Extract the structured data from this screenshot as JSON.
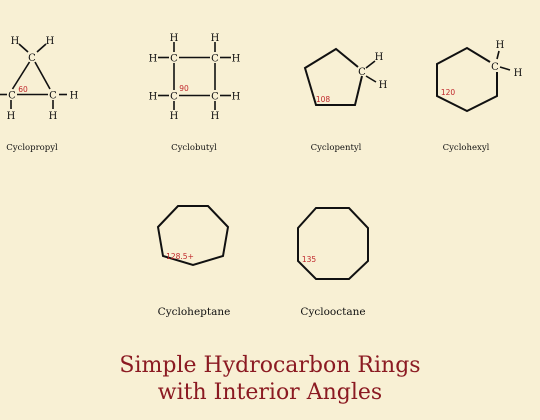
{
  "title": {
    "line1": "Simple Hydrocarbon Rings",
    "line2": "with Interior Angles"
  },
  "atoms": {
    "carbon": "C",
    "hydrogen": "H"
  },
  "molecules": [
    {
      "name": "Cyclopropyl",
      "angle": "60"
    },
    {
      "name": "Cyclobutyl",
      "angle": "90"
    },
    {
      "name": "Cyclopentyl",
      "angle": "108"
    },
    {
      "name": "Cyclohexyl",
      "angle": "120"
    },
    {
      "name": "Cycloheptane",
      "angle": "128.5+"
    },
    {
      "name": "Cyclooctane",
      "angle": "135"
    }
  ],
  "colors": {
    "background": "#f8f0d4",
    "title": "#8b1a22",
    "angle_label": "#c0282c",
    "bond": "#111111"
  }
}
